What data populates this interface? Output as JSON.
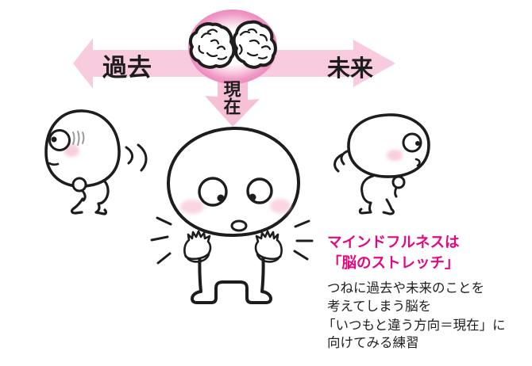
{
  "diagram": {
    "past_label": "過去",
    "future_label": "未来",
    "present_label": "現在",
    "colors": {
      "arrow_pink": "#f8cbde",
      "halo_pink": "#ee8abd",
      "blush_pink": "#f5c3d6",
      "title_pink": "#e5077f",
      "ink": "#1d1d1d"
    }
  },
  "caption": {
    "title_lines": [
      "マインドフルネスは",
      "「脳のストレッチ」"
    ],
    "body_lines": [
      "つねに過去や未来のことを",
      "考えてしまう脳を",
      "「いつもと違う方向＝現在」に",
      "向けてみる練習"
    ]
  }
}
